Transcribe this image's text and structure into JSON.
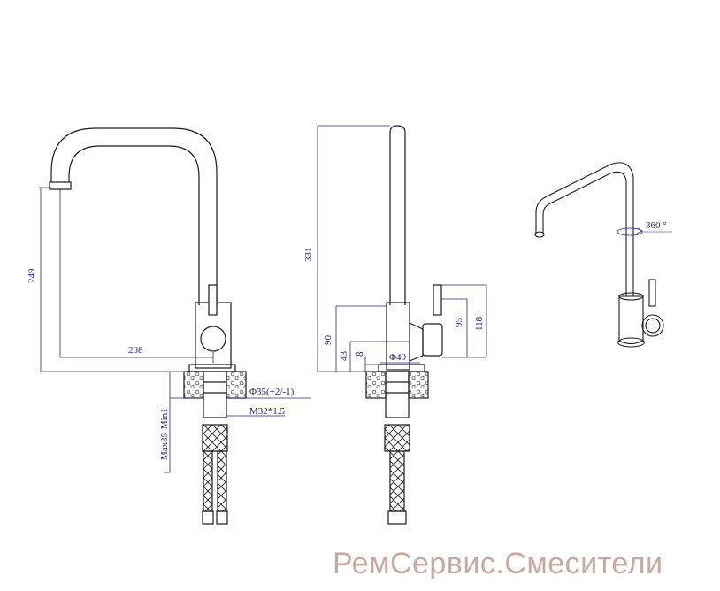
{
  "dimensions": {
    "d249": "249",
    "d208": "208",
    "d35": "Φ35(+2/-1)",
    "m32": "M32*1.5",
    "max35": "Max35-Min1",
    "d331": "331",
    "d90": "90",
    "d43": "43",
    "d8": "8",
    "d49": "Φ49",
    "d95": "95",
    "d118": "118",
    "rot": "360 °"
  },
  "watermark": "РемСервис.Смесители",
  "colors": {
    "outline": "#1a1a1a",
    "dimension": "#23238c",
    "watermark": "#c9a99e"
  }
}
